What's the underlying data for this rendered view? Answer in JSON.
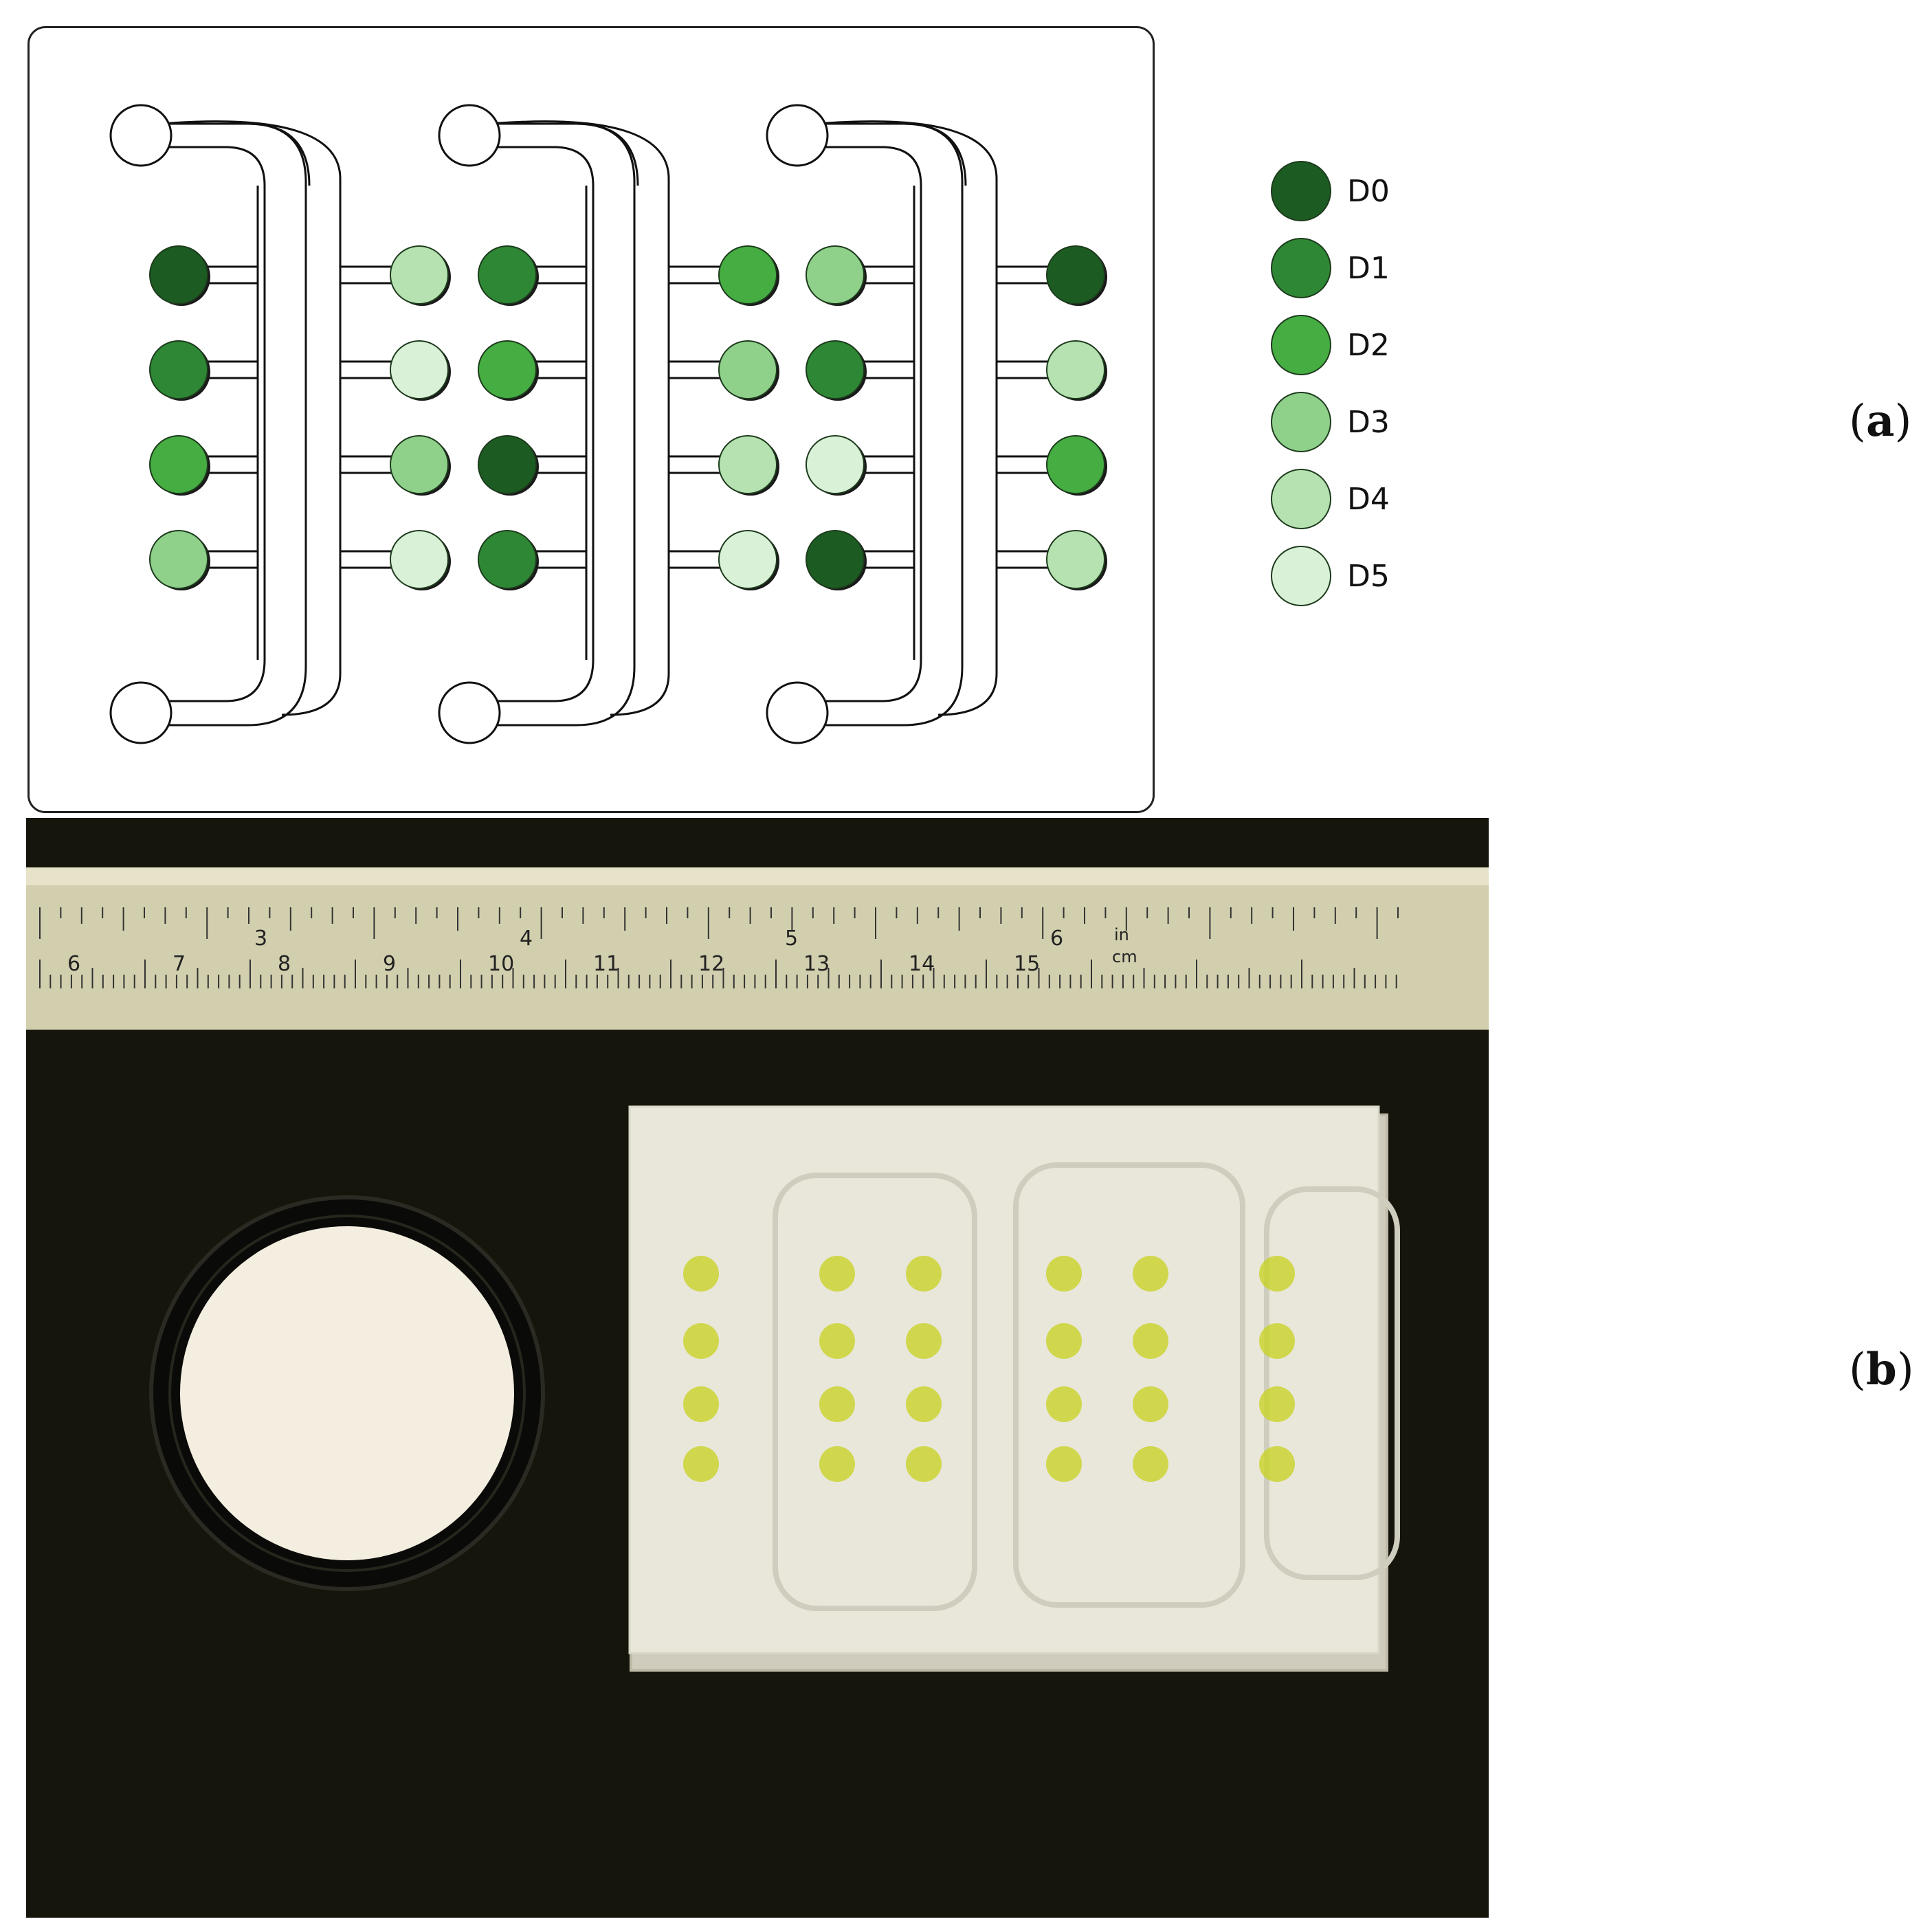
{
  "legend": [
    {
      "label": "D0",
      "color": "#1c5c22"
    },
    {
      "label": "D1",
      "color": "#2e8734"
    },
    {
      "label": "D2",
      "color": "#45ad42"
    },
    {
      "label": "D3",
      "color": "#8fd08a"
    },
    {
      "label": "D4",
      "color": "#b5e2b0"
    },
    {
      "label": "D5",
      "color": "#d9f1d6"
    }
  ],
  "modules": [
    {
      "left": [
        "D0",
        "D1",
        "D2",
        "D3"
      ],
      "right": [
        "D4",
        "D5",
        "D3",
        "D5"
      ]
    },
    {
      "left": [
        "D1",
        "D2",
        "D0",
        "D1"
      ],
      "right": [
        "D2",
        "D3",
        "D4",
        "D5"
      ]
    },
    {
      "left": [
        "D3",
        "D1",
        "D5",
        "D0"
      ],
      "right": [
        "D0",
        "D4",
        "D2",
        "D4"
      ]
    }
  ],
  "panels": {
    "a": {
      "open": "(",
      "bold": "a",
      "close": ")"
    },
    "b": {
      "open": "(",
      "bold": "b",
      "close": ")"
    }
  },
  "ruler": {
    "inch_labels": [
      "3",
      "4",
      "5",
      "6"
    ],
    "inch_unit": "in",
    "cm_labels": [
      "6",
      "7",
      "8",
      "9",
      "10",
      "11",
      "12",
      "13",
      "14",
      "15"
    ],
    "cm_unit": "cm"
  },
  "photo": {
    "colors": {
      "background": "#15150c",
      "ruler": "#d2cfae",
      "chip": "#e9e7da",
      "disc": "#f3eedf",
      "holder": "#0a0a08",
      "spot": "#c7d21e"
    }
  }
}
